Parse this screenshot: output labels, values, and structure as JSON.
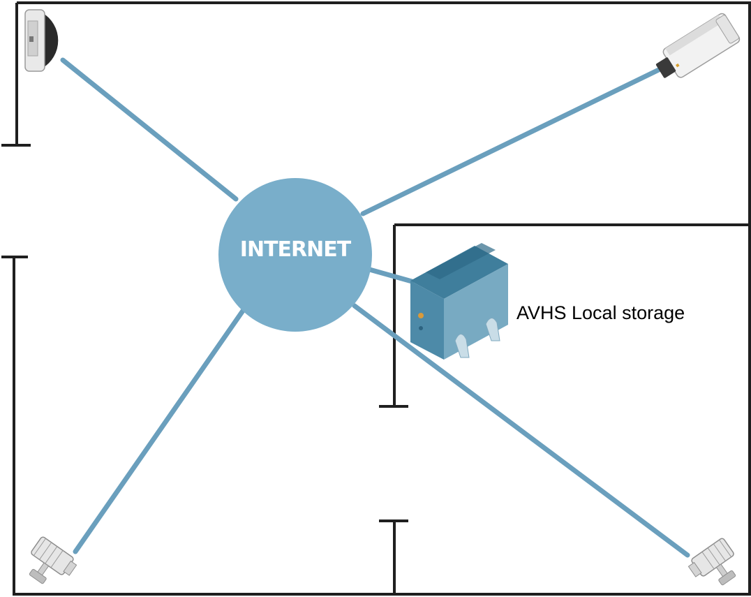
{
  "hub": {
    "label": "INTERNET"
  },
  "storage": {
    "label": "AVHS Local storage"
  },
  "devices": [
    {
      "name": "dome-camera-top-left",
      "icon": "dome-camera-icon"
    },
    {
      "name": "box-camera-top-right",
      "icon": "box-camera-icon"
    },
    {
      "name": "ptz-camera-bottom-left",
      "icon": "mounted-camera-icon"
    },
    {
      "name": "ptz-camera-bottom-right",
      "icon": "mounted-camera-icon"
    },
    {
      "name": "local-storage-device",
      "icon": "storage-device-icon"
    }
  ],
  "colors": {
    "link": "#6a9fbd",
    "hub": "#79aeca",
    "wall": "#1f1f1f",
    "storage_body": "#4d8aa8"
  }
}
